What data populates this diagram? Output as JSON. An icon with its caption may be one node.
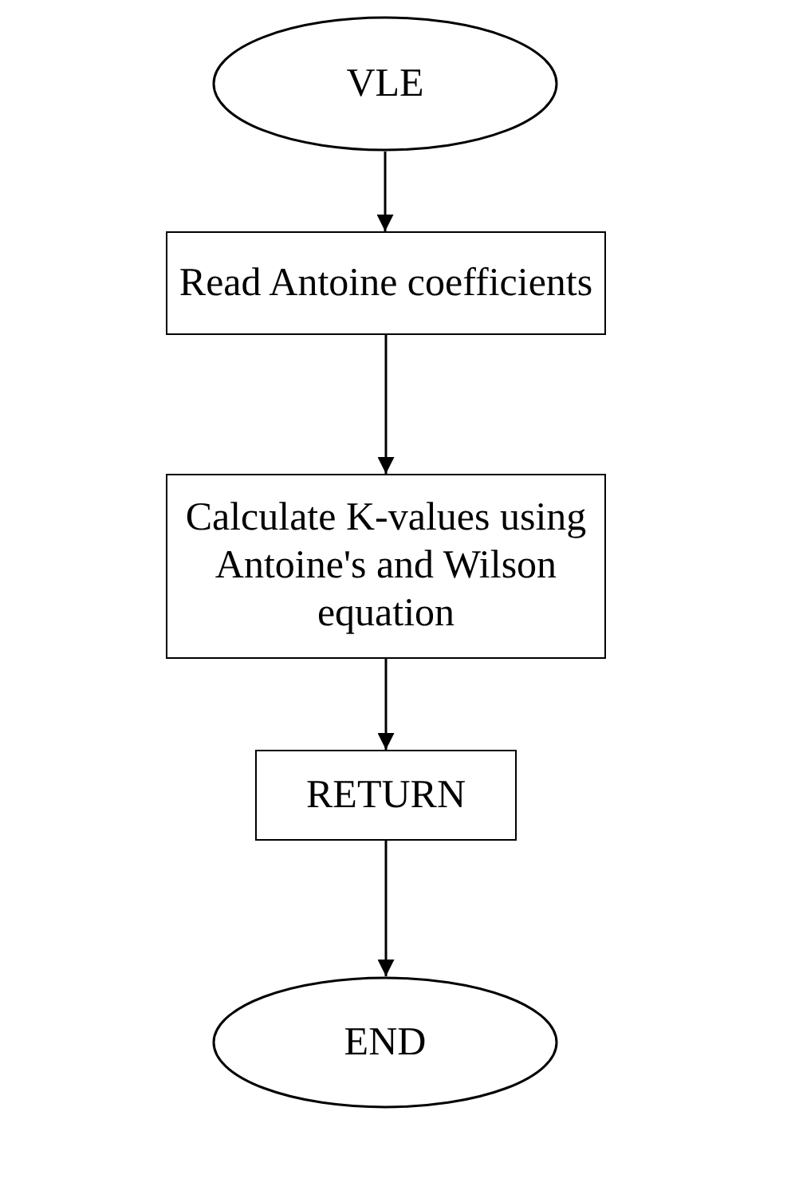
{
  "diagram": {
    "nodes": [
      {
        "text": [
          "VLE"
        ]
      },
      {
        "text": [
          "Read Antoine coefficients"
        ]
      },
      {
        "text": [
          "Calculate K-values using Antoine's and Wilson equation"
        ]
      },
      {
        "text": [
          "RETURN"
        ]
      },
      {
        "text": [
          "END"
        ]
      }
    ],
    "edges": [
      {
        "from": 0,
        "to": 1,
        "arrow": "to"
      },
      {
        "from": 1,
        "to": 2,
        "arrow": "to"
      },
      {
        "from": 2,
        "to": 3,
        "arrow": "to"
      },
      {
        "from": 3,
        "to": 4,
        "arrow": "to"
      }
    ]
  }
}
